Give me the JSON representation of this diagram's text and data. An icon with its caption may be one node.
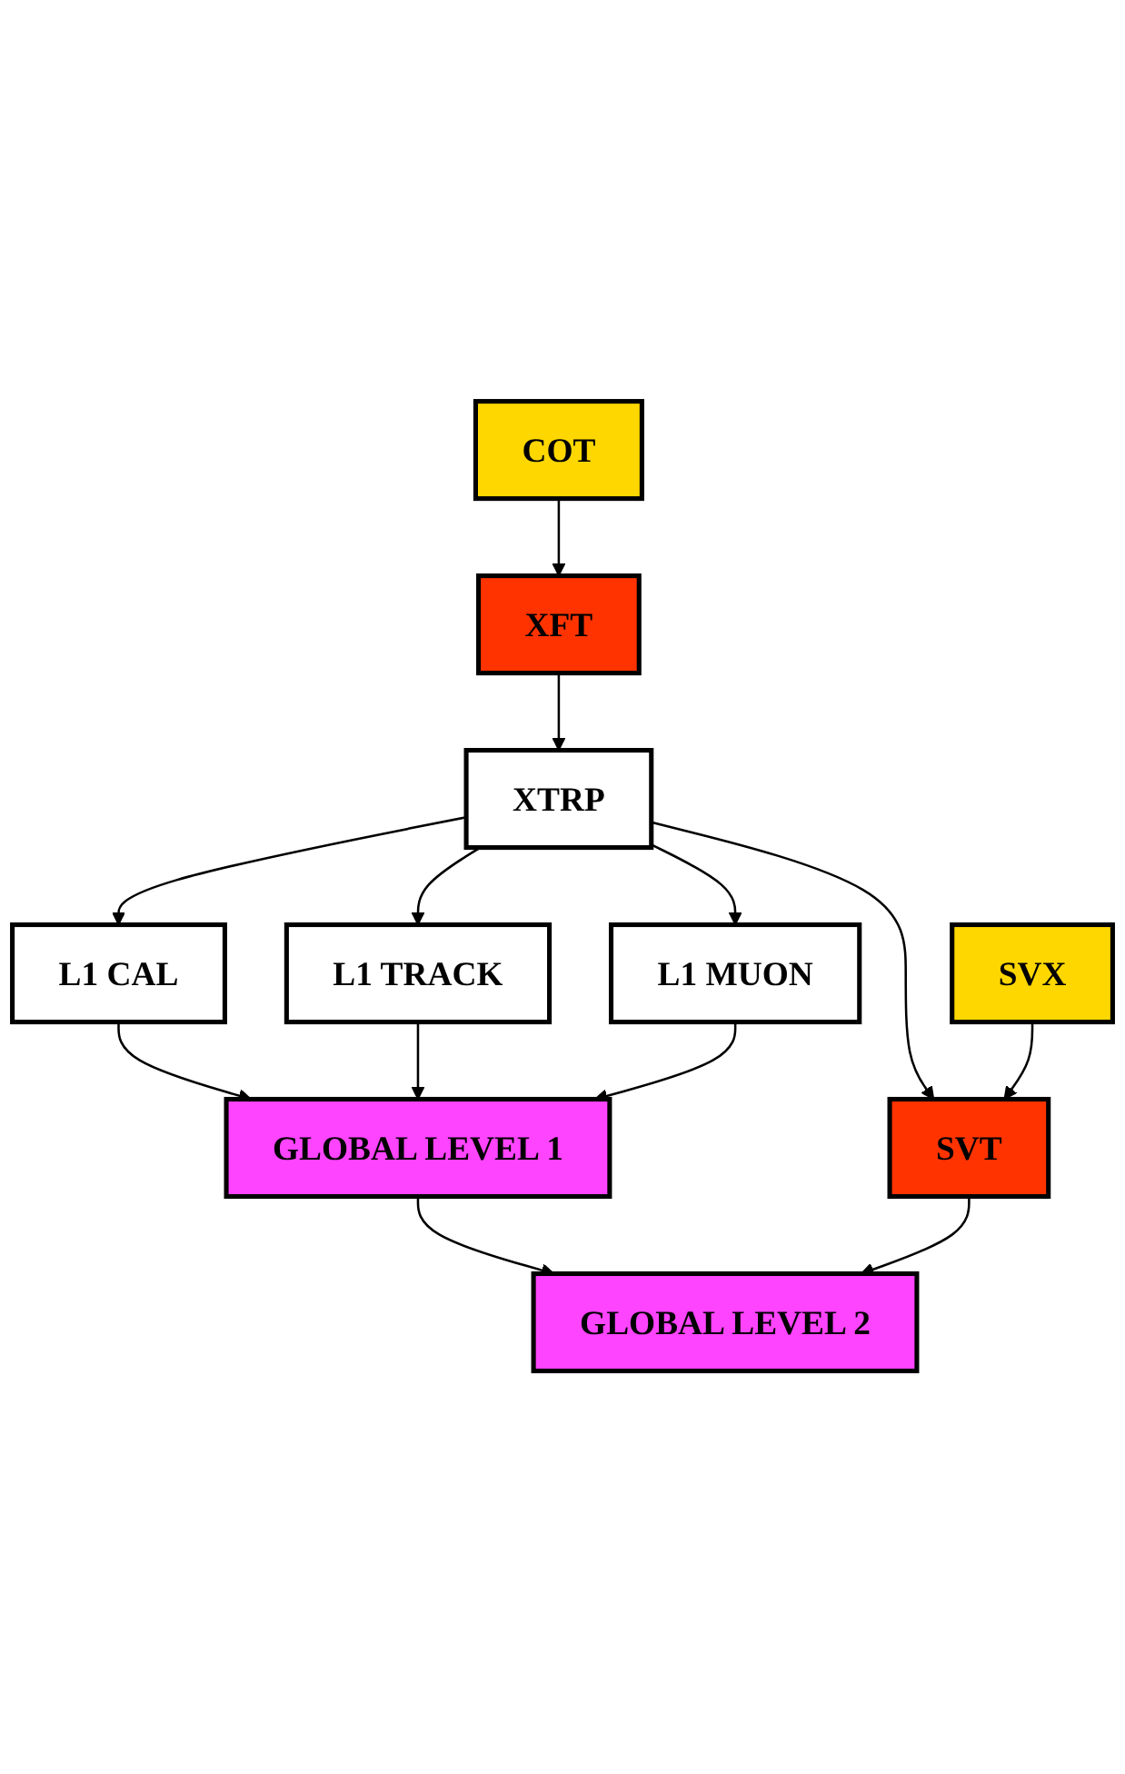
{
  "diagram": {
    "nodes": [
      {
        "text": [
          "COT"
        ]
      },
      {
        "text": [
          "SVX"
        ]
      },
      {
        "text": [
          "XFT"
        ]
      },
      {
        "text": [
          "XTRP"
        ]
      },
      {
        "text": [
          "L1 CAL"
        ]
      },
      {
        "text": [
          "L1 TRACK"
        ]
      },
      {
        "text": [
          "L1 MUON"
        ]
      },
      {
        "text": [
          "GLOBAL LEVEL 1"
        ]
      },
      {
        "text": [
          "SVT"
        ]
      },
      {
        "text": [
          "GLOBAL LEVEL 2"
        ]
      }
    ],
    "edges": [
      {
        "from": 0,
        "to": 2,
        "arrow": "to"
      },
      {
        "from": 2,
        "to": 3,
        "arrow": "to"
      },
      {
        "from": 3,
        "to": 4,
        "arrow": "to"
      },
      {
        "from": 3,
        "to": 5,
        "arrow": "to"
      },
      {
        "from": 3,
        "to": 6,
        "arrow": "to"
      },
      {
        "from": 3,
        "to": 8,
        "arrow": "to"
      },
      {
        "from": 1,
        "to": 8,
        "arrow": "to"
      },
      {
        "from": 4,
        "to": 7,
        "arrow": "to"
      },
      {
        "from": 5,
        "to": 7,
        "arrow": "to"
      },
      {
        "from": 6,
        "to": 7,
        "arrow": "to"
      },
      {
        "from": 7,
        "to": 9,
        "arrow": "to"
      },
      {
        "from": 8,
        "to": 9,
        "arrow": "to"
      }
    ]
  }
}
